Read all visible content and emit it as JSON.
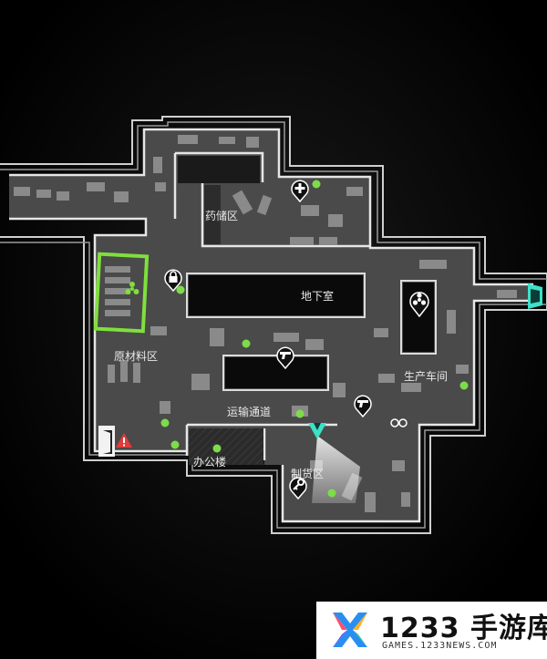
{
  "map": {
    "zones": [
      {
        "id": "drug-storage",
        "label": "药储区"
      },
      {
        "id": "basement",
        "label": "地下室"
      },
      {
        "id": "raw-materials",
        "label": "原材料区"
      },
      {
        "id": "production-workshop",
        "label": "生产车间"
      },
      {
        "id": "transport-corridor",
        "label": "运输通道"
      },
      {
        "id": "office-building",
        "label": "办公楼"
      },
      {
        "id": "delivery-zone",
        "label": "制货区"
      }
    ],
    "markers": [
      {
        "id": "medical",
        "icon": "medical-cross-icon"
      },
      {
        "id": "lock",
        "icon": "lock-icon"
      },
      {
        "id": "gun-1",
        "icon": "pistol-icon"
      },
      {
        "id": "gun-2",
        "icon": "pistol-icon"
      },
      {
        "id": "key",
        "icon": "key-icon"
      },
      {
        "id": "biohazard",
        "icon": "biohazard-icon"
      },
      {
        "id": "warning",
        "icon": "warning-triangle-icon"
      },
      {
        "id": "exit-door",
        "icon": "exit-door-icon"
      },
      {
        "id": "extraction-east",
        "icon": "extraction-gate-icon"
      },
      {
        "id": "player",
        "icon": "player-arrow-icon"
      }
    ],
    "colors": {
      "floor": "#4a4a4a",
      "wall_outline": "#d9d9d9",
      "loot_dot": "#7ddc4a",
      "highlight": "#7fe03c",
      "extraction": "#3de0c8",
      "warning": "#e23b3b"
    }
  },
  "watermark": {
    "brand_number": "1233",
    "brand_text": "手游库",
    "url": "GAMES.1233NEWS.COM"
  }
}
